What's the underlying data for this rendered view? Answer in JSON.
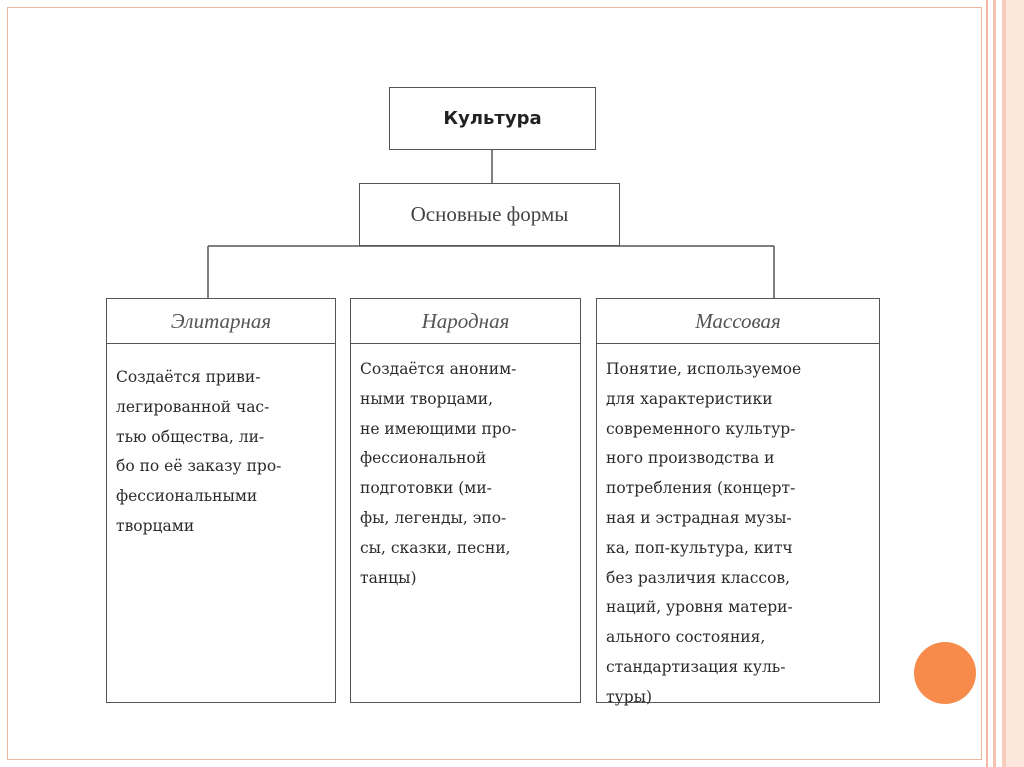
{
  "diagram": {
    "root": "Культура",
    "forms": "Основные формы",
    "columns": [
      {
        "title": "Элитарная",
        "text": "Создаётся приви-\nлегированной час-\nтью общества, ли-\nбо по её заказу про-\nфессиональными\nтворцами"
      },
      {
        "title": "Народная",
        "text": "Создаётся аноним-\nными творцами,\nне имеющими про-\nфессиональной\nподготовки (ми-\nфы, легенды, эпо-\nсы, сказки, песни,\nтанцы)"
      },
      {
        "title": "Массовая",
        "text": "Понятие, используемое\nдля характеристики\nсовременного культур-\nного производства и\nпотребления (концерт-\nная и эстрадная музы-\nка, поп-культура, китч\nбез различия классов,\nнаций, уровня матери-\nального состояния,\nстандартизация куль-\nтуры)"
      }
    ]
  },
  "colors": {
    "accent": "#f68b4c",
    "stripes": "#f3b9a3",
    "frame": "#eeb69f",
    "lines": "#555555"
  }
}
